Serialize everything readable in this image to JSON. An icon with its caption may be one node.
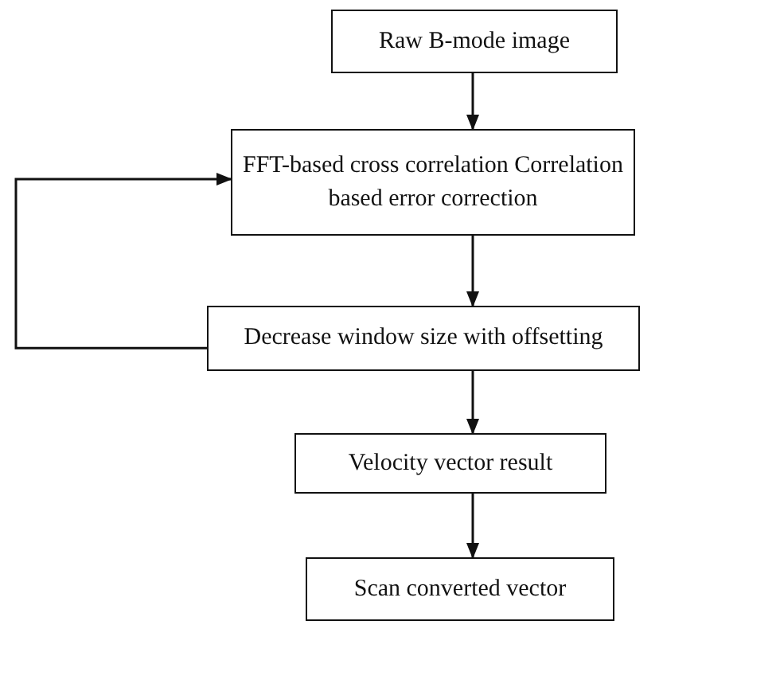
{
  "diagram": {
    "nodes": [
      {
        "text": [
          "Raw B-mode image"
        ]
      },
      {
        "text": [
          "FFT-based cross correlation Correlation based error correction"
        ]
      },
      {
        "text": [
          "Decrease window size with offsetting"
        ]
      },
      {
        "text": [
          "Velocity vector result"
        ]
      },
      {
        "text": [
          "Scan converted vector"
        ]
      }
    ],
    "edges": [
      {
        "from": 0,
        "to": 1,
        "arrow": "to"
      },
      {
        "from": 1,
        "to": 2,
        "arrow": "to"
      },
      {
        "from": 2,
        "to": 1,
        "arrow": "to"
      },
      {
        "from": 2,
        "to": 3,
        "arrow": "to"
      },
      {
        "from": 3,
        "to": 4,
        "arrow": "to"
      }
    ]
  }
}
